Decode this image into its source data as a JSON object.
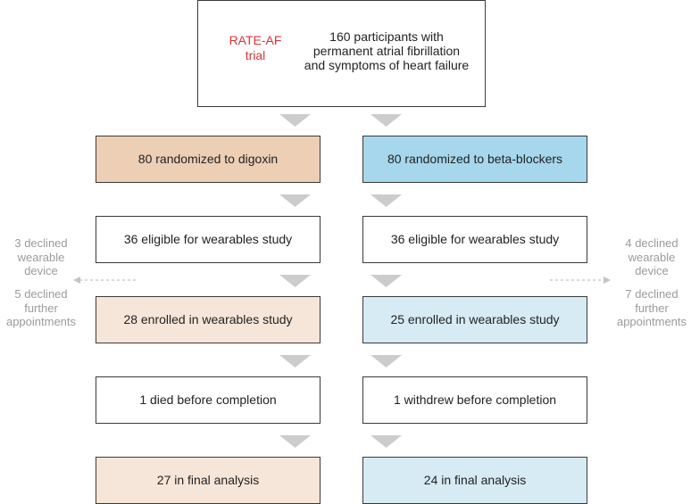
{
  "trial": {
    "name_line1": "RATE-AF",
    "name_line2": "trial",
    "desc_line1": "160 participants with",
    "desc_line2": "permanent atrial fibrillation",
    "desc_line3": "and symptoms of heart failure"
  },
  "left": {
    "randomized": "80 randomized to digoxin",
    "eligible": "36 eligible for wearables study",
    "enrolled": "28 enrolled in wearables study",
    "outcome": "1 died before completion",
    "final": "27 in final analysis",
    "declined_device": [
      "3 declined",
      "wearable",
      "device"
    ],
    "declined_appointments": [
      "5 declined",
      "further",
      "appointments"
    ]
  },
  "right": {
    "randomized": "80 randomized to beta-blockers",
    "eligible": "36 eligible for wearables study",
    "enrolled": "25 enrolled in wearables study",
    "outcome": "1 withdrew before completion",
    "final": "24 in final analysis",
    "declined_device": [
      "4 declined",
      "wearable",
      "device"
    ],
    "declined_appointments": [
      "7 declined",
      "further",
      "appointments"
    ]
  },
  "colors": {
    "digoxin": "#edcfb5",
    "beta_blockers": "#a6d7ec",
    "digoxin_light": "#f6e6d9",
    "beta_blockers_light": "#d6ebf4",
    "trial_label": "#e0323a",
    "arrow": "#cccccc",
    "side_note": "#9b9b9b"
  }
}
